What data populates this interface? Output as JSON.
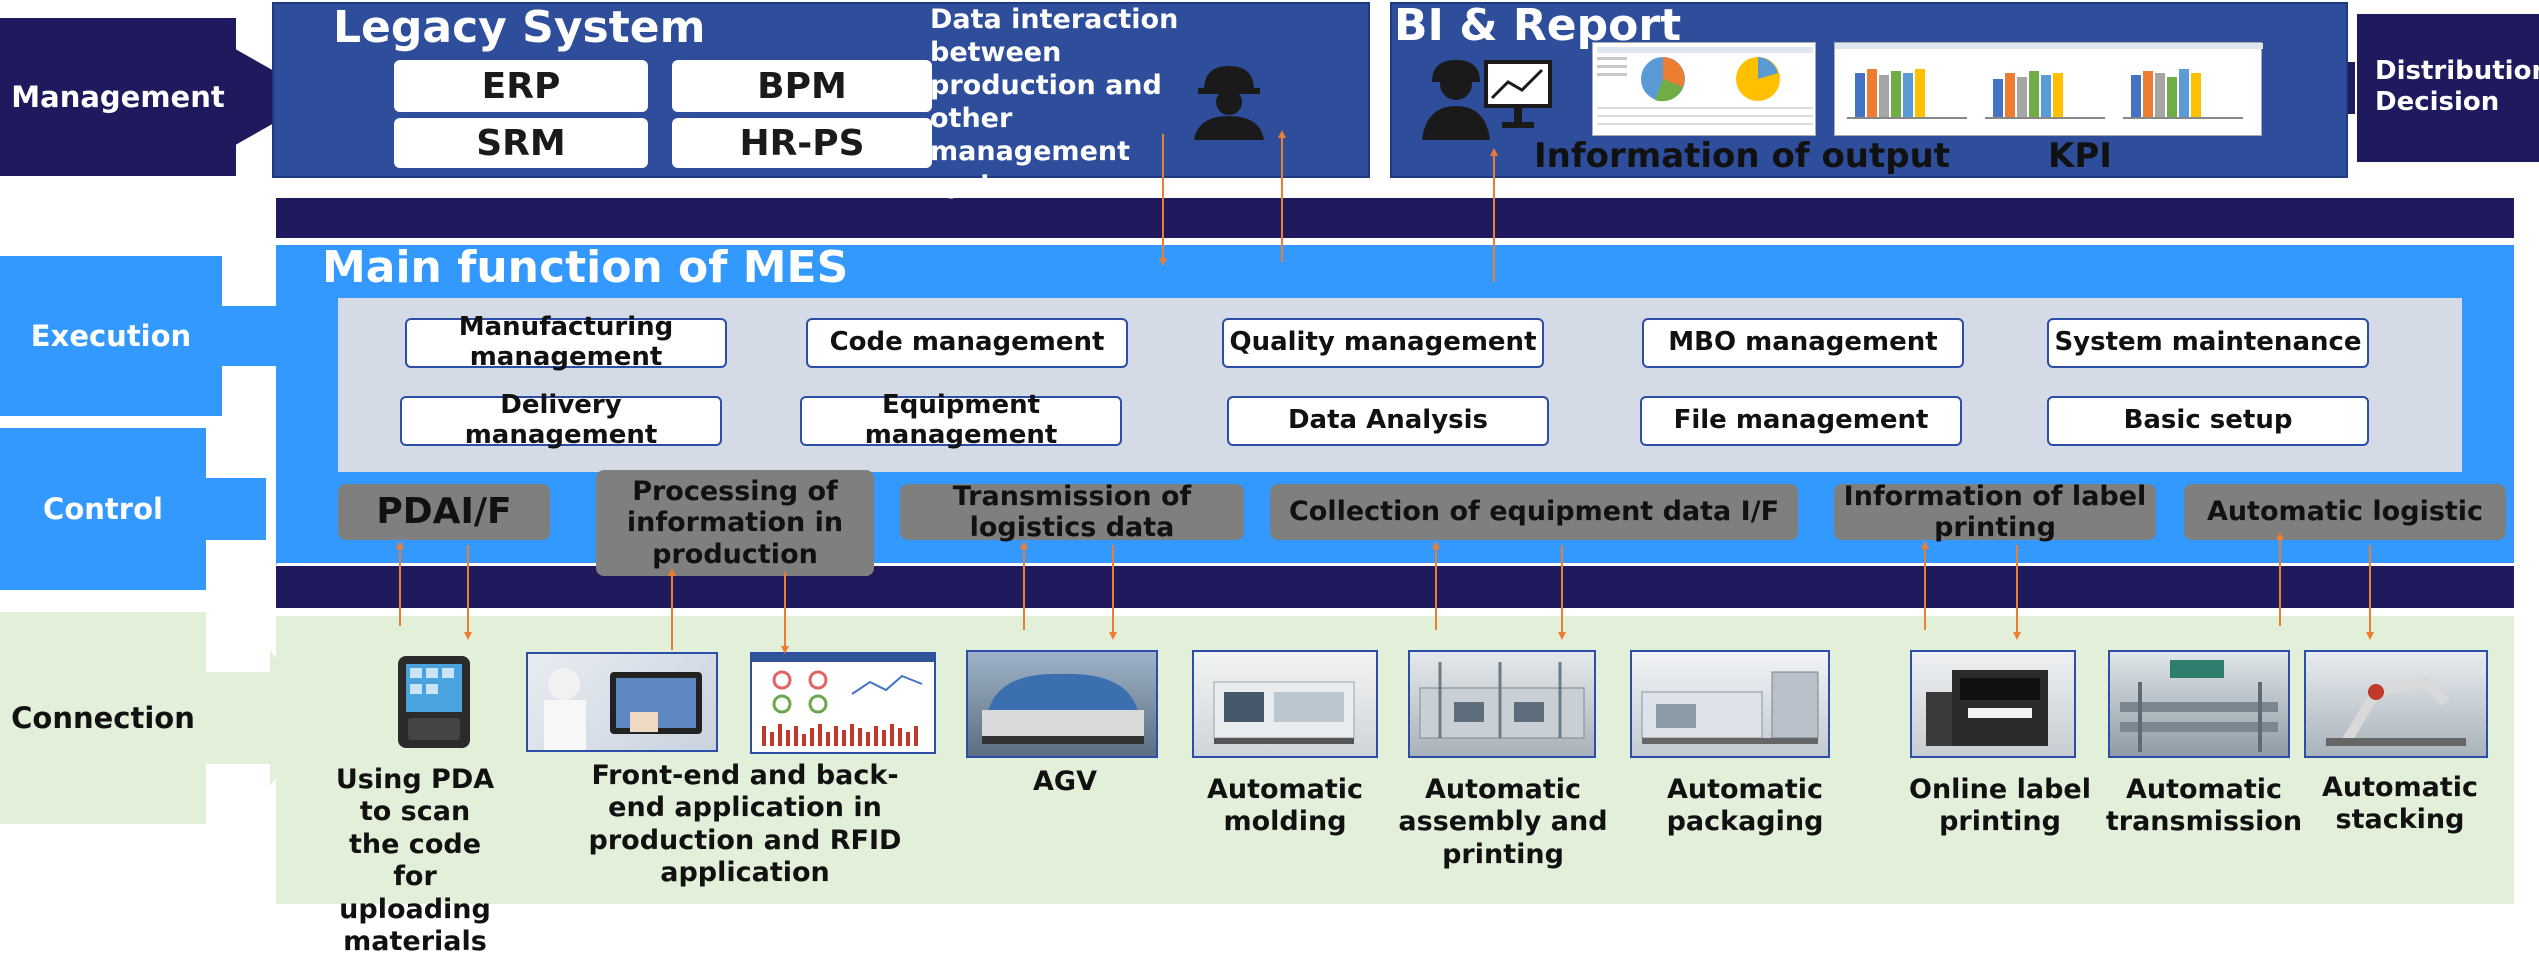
{
  "rows": {
    "management": "Management",
    "execution": "Execution",
    "control": "Control",
    "connection": "Connection",
    "distribution": "Distribution\nDecision"
  },
  "legacy": {
    "title": "Legacy System",
    "systems": [
      "ERP",
      "BPM",
      "SRM",
      "HR-PS"
    ],
    "interaction_note": "Data interaction between production and other management system"
  },
  "bi": {
    "title": "BI & Report",
    "output_label": "Information of output",
    "kpi_label": "KPI"
  },
  "mes": {
    "title": "Main function of MES",
    "functions": [
      "Manufacturing management",
      "Code management",
      "Quality management",
      "MBO management",
      "System maintenance",
      "Delivery management",
      "Equipment management",
      "Data Analysis",
      "File management",
      "Basic setup"
    ]
  },
  "control_items": [
    "PDAI/F",
    "Processing of information in production",
    "Transmission of logistics data",
    "Collection of equipment data I/F",
    "Information of label printing",
    "Automatic logistic"
  ],
  "connection_items": [
    "Using PDA to scan the code for uploading materials",
    "Front-end and back-end application in production and RFID application",
    "AGV",
    "Automatic molding",
    "Automatic assembly and printing",
    "Automatic packaging",
    "Online label printing",
    "Automatic transmission",
    "Automatic stacking"
  ],
  "colors": {
    "navy": "#1f1a5e",
    "legacy_blue": "#2e4d9b",
    "mes_blue": "#3399ff",
    "inner_grey": "#d5dbe6",
    "connection_green": "#e2efd9",
    "arrow_orange": "#ed7d31",
    "grey_box": "#7f7f7f"
  }
}
